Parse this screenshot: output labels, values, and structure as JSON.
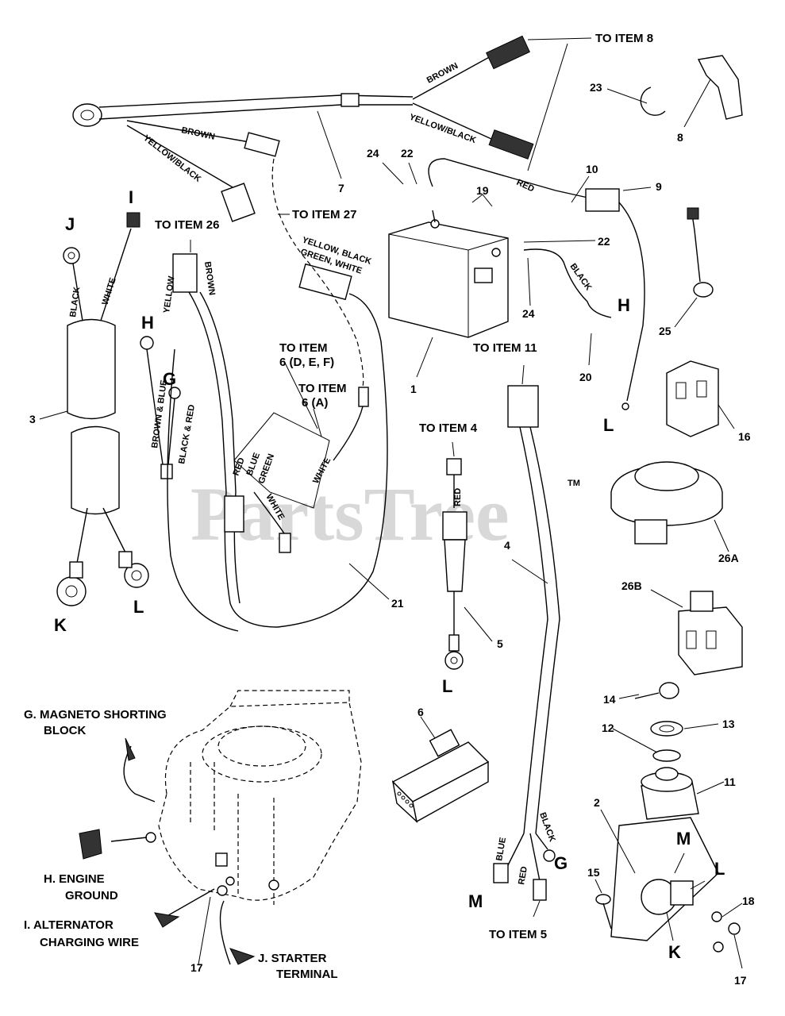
{
  "watermark": "PartsTree",
  "watermark_tm": "TM",
  "callouts": {
    "to_item_8": "TO ITEM 8",
    "to_item_27": "TO ITEM 27",
    "to_item_26": "TO ITEM 26",
    "to_item_6def_1": "TO ITEM",
    "to_item_6def_2": "6 (D, E, F)",
    "to_item_6a_1": "TO ITEM",
    "to_item_6a_2": "6 (A)",
    "to_item_11": "TO ITEM 11",
    "to_item_4": "TO ITEM 4",
    "to_item_5": "TO ITEM 5"
  },
  "wire_labels": {
    "brown": "BROWN",
    "yellow_black": "YELLOW/BLACK",
    "red": "RED",
    "black": "BLACK",
    "white": "WHITE",
    "yellow": "YELLOW",
    "brown_blue": "BROWN & BLUE",
    "black_red": "BLACK & RED",
    "green": "GREEN",
    "blue": "BLUE",
    "ybgw_1": "YELLOW, BLACK",
    "ybgw_2": "GREEN, WHITE"
  },
  "letters": {
    "I": "I",
    "J": "J",
    "H": "H",
    "G": "G",
    "K": "K",
    "L": "L",
    "M": "M"
  },
  "part_numbers": {
    "p1": "1",
    "p2": "2",
    "p3": "3",
    "p4": "4",
    "p5": "5",
    "p6": "6",
    "p7": "7",
    "p8": "8",
    "p9": "9",
    "p10": "10",
    "p11": "11",
    "p12": "12",
    "p13": "13",
    "p14": "14",
    "p15": "15",
    "p16": "16",
    "p17": "17",
    "p18": "18",
    "p19": "19",
    "p20": "20",
    "p21": "21",
    "p22": "22",
    "p23": "23",
    "p24": "24",
    "p25": "25",
    "p26a": "26A",
    "p26b": "26B"
  },
  "engine_labels": {
    "g1": "G. MAGNETO SHORTING",
    "g2": "BLOCK",
    "h1": "H. ENGINE",
    "h2": "GROUND",
    "i1": "I. ALTERNATOR",
    "i2": "CHARGING WIRE",
    "j1": "J. STARTER",
    "j2": "TERMINAL"
  }
}
